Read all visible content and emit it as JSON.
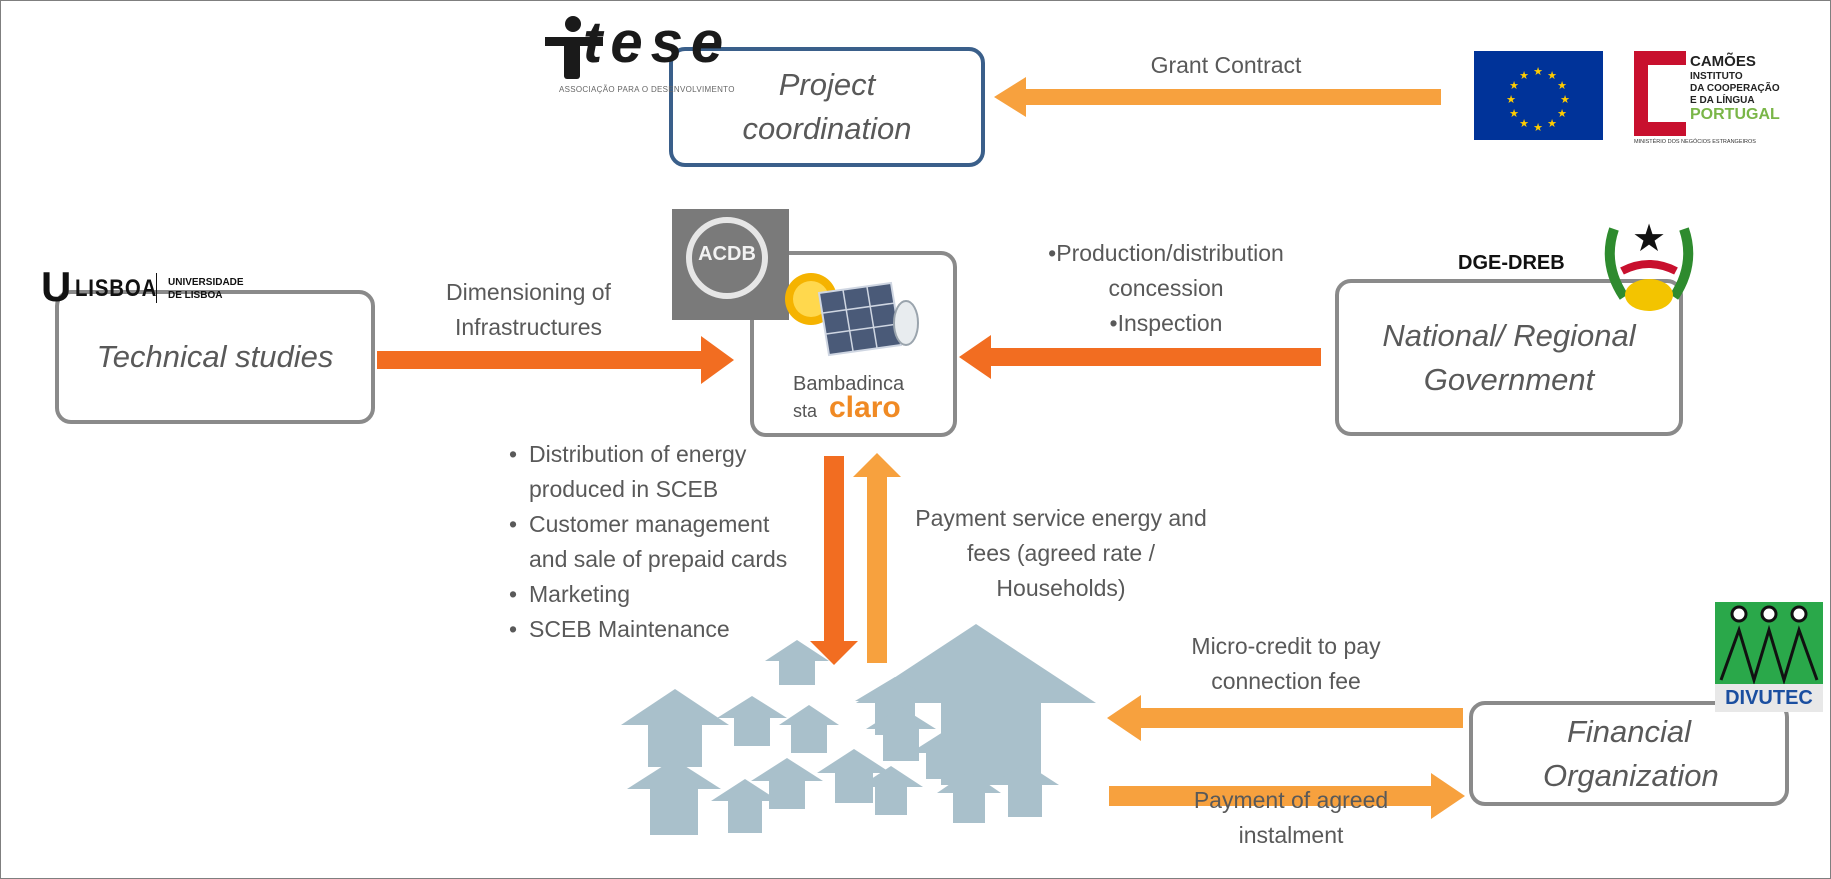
{
  "colors": {
    "arrow_dark": "#f26d21",
    "arrow_light": "#f7a13e",
    "box_border": "#8a8a8a",
    "box_border_blue": "#3a5f8a",
    "house": "#a9c0cb",
    "text": "#595959"
  },
  "boxes": {
    "project_coordination": "Project coordination",
    "technical_studies": "Technical studies",
    "national_government": "National/ Regional Government",
    "financial_organization": "Financial Organization"
  },
  "arrow_labels": {
    "grant_contract": "Grant Contract",
    "dimensioning": "Dimensioning of Infrastructures",
    "concession_line1": "•Production/distribution",
    "concession_line2": "concession",
    "concession_line3": "•Inspection",
    "payment_service": "Payment service energy and fees (agreed rate / Households)",
    "micro_credit": "Micro-credit to pay connection fee",
    "payment_instalment": "Payment of agreed instalment"
  },
  "services": [
    "Distribution of energy produced in SCEB",
    "Customer management and sale of prepaid cards",
    "Marketing",
    "SCEB Maintenance"
  ],
  "logos": {
    "tese_name": "tese",
    "tese_sub": "ASSOCIAÇÃO PARA O DESENVOLVIMENTO",
    "camoes_1": "CAMÕES",
    "camoes_2": "INSTITUTO",
    "camoes_3": "DA COOPERAÇÃO",
    "camoes_4": "E DA LÍNGUA",
    "camoes_5": "PORTUGAL",
    "camoes_6": "MINISTÉRIO DOS NEGÓCIOS ESTRANGEIROS",
    "ulisboa_u": "U",
    "ulisboa_word": "LISBOA",
    "ulisboa_1": "UNIVERSIDADE",
    "ulisboa_2": "DE LISBOA",
    "acdb": "ACDB",
    "bambadinca_1": "Bambadinca",
    "bambadinca_2": "sta",
    "bambadinca_3": "claro",
    "dge": "DGE-DREB",
    "divutec": "DIVUTEC"
  }
}
